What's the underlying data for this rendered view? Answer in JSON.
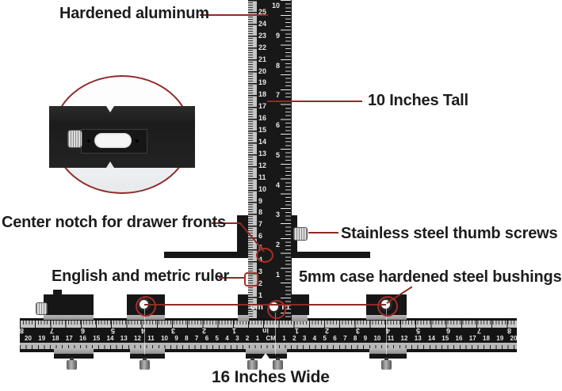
{
  "labels": {
    "hardened_aluminum": "Hardened aluminum",
    "inches_tall": "10 Inches Tall",
    "center_notch": "Center notch for drawer fronts",
    "thumb_screws": "Stainless steel thumb screws",
    "english_metric": "English and metric ruler",
    "bushings": "5mm case hardened steel bushings",
    "inches_wide": "16 Inches Wide"
  },
  "vertical_ruler": {
    "cm_numbers": [
      "25",
      "24",
      "23",
      "22",
      "21",
      "20",
      "19",
      "18",
      "17",
      "16",
      "15",
      "14",
      "13",
      "12",
      "11",
      "10",
      "9",
      "8",
      "7",
      "6",
      "5",
      "4",
      "3",
      "2",
      "1"
    ],
    "inch_numbers": [
      "10",
      "9",
      "8",
      "7",
      "6",
      "5",
      "4",
      "3",
      "2",
      "1"
    ],
    "cm_label": "cm",
    "in_label": "in"
  },
  "horizontal_ruler": {
    "inch_row": [
      "8",
      "7",
      "6",
      "5",
      "4",
      "3",
      "2",
      "1",
      "in",
      "1",
      "2",
      "3",
      "4",
      "5",
      "6",
      "7",
      "8"
    ],
    "cm_row": [
      "20",
      "19",
      "18",
      "17",
      "16",
      "15",
      "14",
      "13",
      "12",
      "11",
      "10",
      "9",
      "8",
      "7",
      "6",
      "5",
      "4",
      "3",
      "2",
      "1",
      "CM",
      "1",
      "2",
      "3",
      "4",
      "5",
      "6",
      "7",
      "8",
      "9",
      "10",
      "11",
      "12",
      "13",
      "14",
      "15",
      "16",
      "17",
      "18",
      "19",
      "20"
    ]
  },
  "colors": {
    "leader_line": "#8d2b26",
    "highlight_ring": "#a52e28",
    "ruler_black": "#161616",
    "tick_strip": "#c4c4c4",
    "text": "#1d1d1d",
    "background": "#ffffff"
  }
}
